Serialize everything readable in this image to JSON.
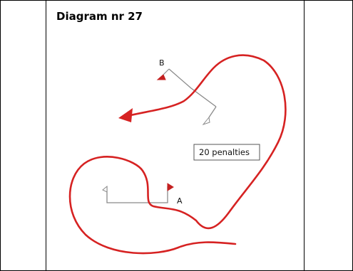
{
  "diagram": {
    "title": "Diagram nr 27",
    "label_b": "B",
    "label_a": "A",
    "penalty_box": "20 penalties",
    "colors": {
      "route": "#d62222",
      "marker": "#8a8a8a",
      "border": "#000000"
    }
  }
}
